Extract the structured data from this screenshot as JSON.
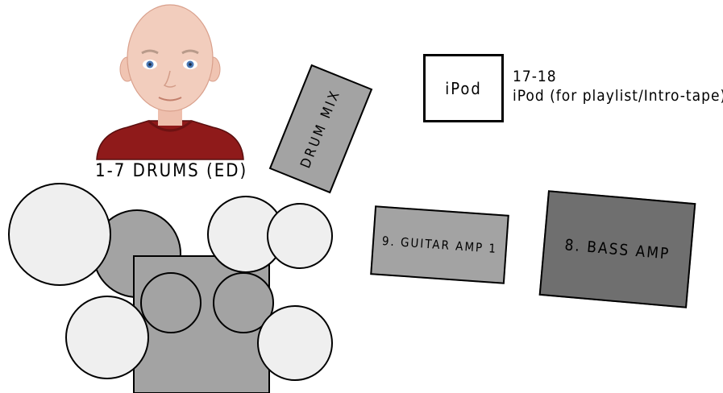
{
  "drummer": {
    "label": "1-7 DRUMS (ED)"
  },
  "drum_mix": {
    "label": "DRUM MIX"
  },
  "ipod": {
    "box_label": "iPod",
    "channels": "17-18",
    "description": "iPod (for playlist/Intro-tape)"
  },
  "guitar_amp": {
    "label": "9. GUITAR AMP 1"
  },
  "bass_amp": {
    "label": "8. BASS AMP"
  },
  "colors": {
    "light_gray": "#a3a3a3",
    "mid_gray": "#8f8f8f",
    "dark_gray": "#6f6f6f",
    "cymbal": "#efefef",
    "shirt": "#8f1a1a",
    "skin": "#f2cdbd"
  }
}
